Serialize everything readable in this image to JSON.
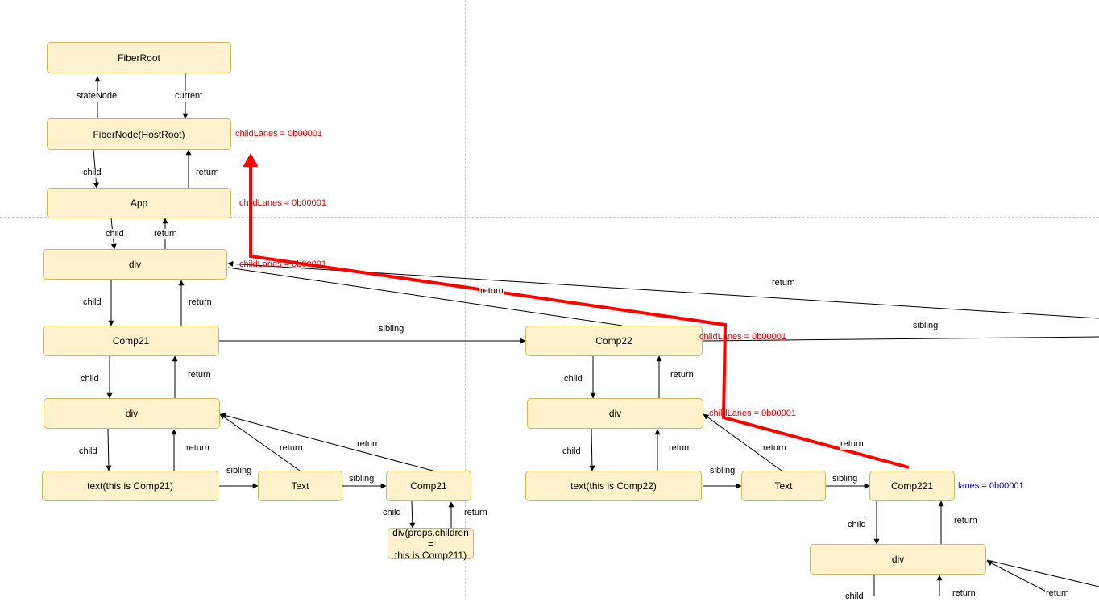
{
  "nodes": {
    "fiberroot": "FiberRoot",
    "hostroot": "FiberNode(HostRoot)",
    "app": "App",
    "div_top": "div",
    "comp21": "Comp21",
    "div_comp21": "div",
    "text_comp21": "text(this is Comp21)",
    "text_a": "Text",
    "comp21_child": "Comp21",
    "div_props": "div(props.children =\nthis is Comp211)",
    "comp22": "Comp22",
    "div_comp22": "div",
    "text_comp22": "text(this is Comp22)",
    "text_b": "Text",
    "comp221": "Comp221",
    "div_comp221": "div"
  },
  "edge_labels": {
    "state_node": "stateNode",
    "current": "current",
    "child": "child",
    "return": "return",
    "sibling": "sibling"
  },
  "lanes": {
    "hostroot": "childLanes = 0b00001",
    "app": "childLanes = 0b00001",
    "div_top": "childLanes = 0b00001",
    "comp22": "childLanes = 0b00001",
    "div_comp22": "childLanes = 0b00001",
    "comp221": "lanes = 0b00001"
  },
  "colors": {
    "node_fill": "#fff2cc",
    "node_border": "#d6b656",
    "child_lanes": "#e60000",
    "lanes": "#0000cc",
    "highlight_path": "#ff0000"
  }
}
